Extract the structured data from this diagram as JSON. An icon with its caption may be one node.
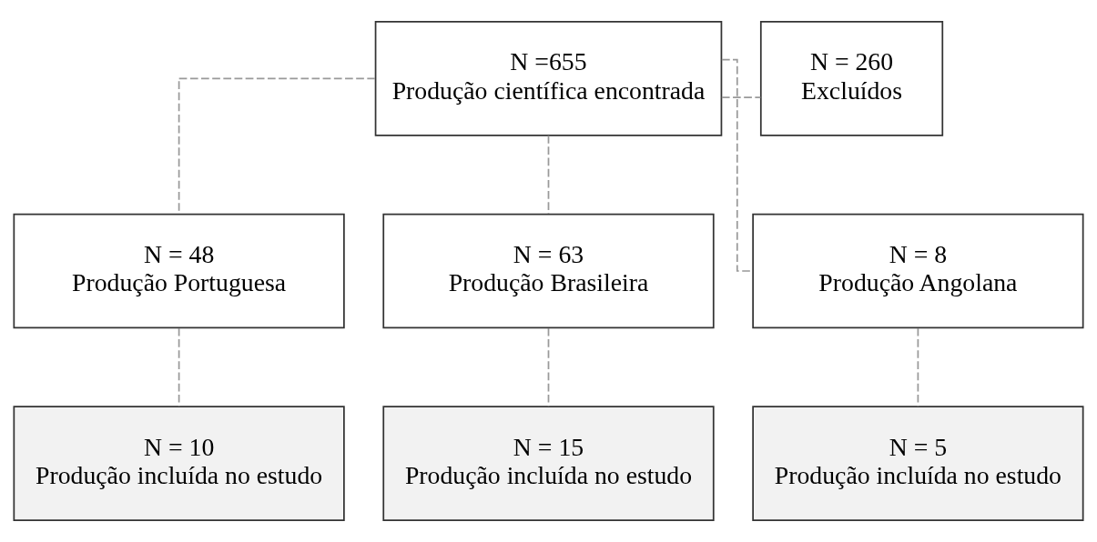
{
  "diagram": {
    "nodes": [
      {
        "text": [
          "N =655",
          "Produção científica encontrada"
        ]
      },
      {
        "text": [
          "N = 260",
          "Excluídos"
        ]
      },
      {
        "text": [
          "N = 48",
          "Produção Portuguesa"
        ]
      },
      {
        "text": [
          "N = 63",
          "Produção Brasileira"
        ]
      },
      {
        "text": [
          "N = 8",
          "Produção Angolana"
        ]
      },
      {
        "text": [
          "N = 10",
          "Produção incluída no estudo"
        ]
      },
      {
        "text": [
          "N = 15",
          "Produção incluída no estudo"
        ]
      },
      {
        "text": [
          "N = 5",
          "Produção incluída no estudo"
        ]
      }
    ],
    "edges": [
      {
        "from": 0,
        "to": 1,
        "arrow": "none",
        "style": "dashed"
      },
      {
        "from": 0,
        "to": 2,
        "arrow": "none",
        "style": "dashed"
      },
      {
        "from": 0,
        "to": 3,
        "arrow": "none",
        "style": "dashed"
      },
      {
        "from": 0,
        "to": 4,
        "arrow": "none",
        "style": "dashed"
      },
      {
        "from": 2,
        "to": 5,
        "arrow": "none",
        "style": "dashed"
      },
      {
        "from": 3,
        "to": 6,
        "arrow": "none",
        "style": "dashed"
      },
      {
        "from": 4,
        "to": 7,
        "arrow": "none",
        "style": "dashed"
      }
    ]
  }
}
